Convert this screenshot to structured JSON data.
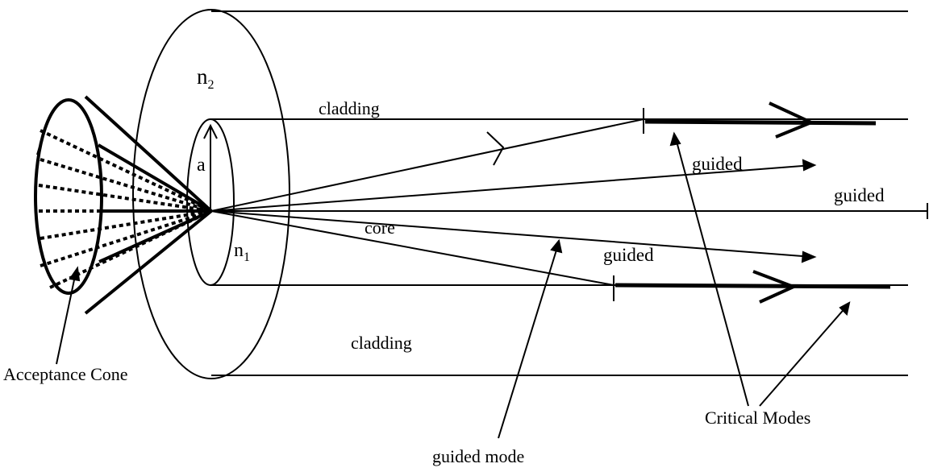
{
  "labels": {
    "cladding_top": "cladding",
    "cladding_bottom": "cladding",
    "core": "core",
    "radius": "a",
    "guided_upper": "guided",
    "guided_axis": "guided",
    "guided_lower": "guided",
    "guided_mode": "guided mode",
    "critical_modes": "Critical Modes",
    "acceptance_cone": "Acceptance Cone",
    "n2_base": "n",
    "n2_sub": "2",
    "n1_base": "n",
    "n1_sub": "1"
  }
}
